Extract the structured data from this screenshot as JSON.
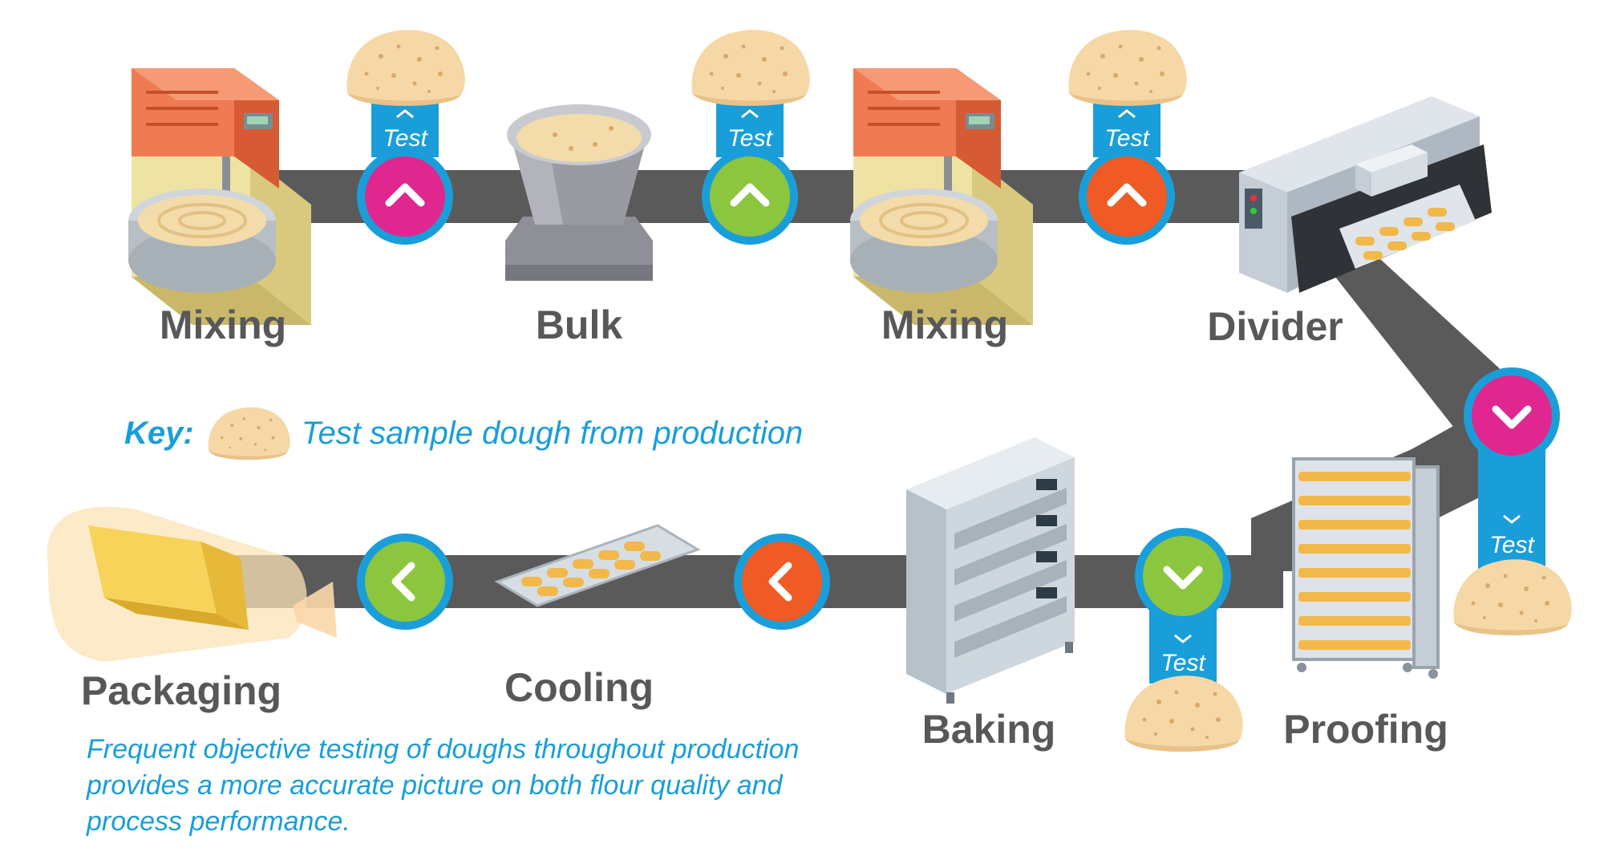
{
  "stages": {
    "mixing_1": "Mixing",
    "bulk": "Bulk",
    "mixing_2": "Mixing",
    "divider": "Divider",
    "proofing": "Proofing",
    "baking": "Baking",
    "cooling": "Cooling",
    "packaging": "Packaging"
  },
  "test_label": "Test",
  "key": {
    "label": "Key:",
    "text": "Test sample dough from production"
  },
  "note": "Frequent objective testing of doughs throughout production provides a more accurate picture on both flour quality and process performance.",
  "colors": {
    "belt": "#5a5a5a",
    "badge_ring": "#1a9ed9",
    "magenta": "#e0278f",
    "green": "#8cc63f",
    "orange": "#f05a24",
    "dough": "#f6d8a6",
    "text": "#58585a",
    "accent": "#1a9ed9"
  },
  "badges": [
    {
      "color": "magenta",
      "direction": "up"
    },
    {
      "color": "green",
      "direction": "up"
    },
    {
      "color": "orange",
      "direction": "up"
    },
    {
      "color": "magenta",
      "direction": "down"
    },
    {
      "color": "green",
      "direction": "down"
    },
    {
      "color": "orange",
      "direction": "left"
    },
    {
      "color": "green",
      "direction": "left"
    }
  ]
}
